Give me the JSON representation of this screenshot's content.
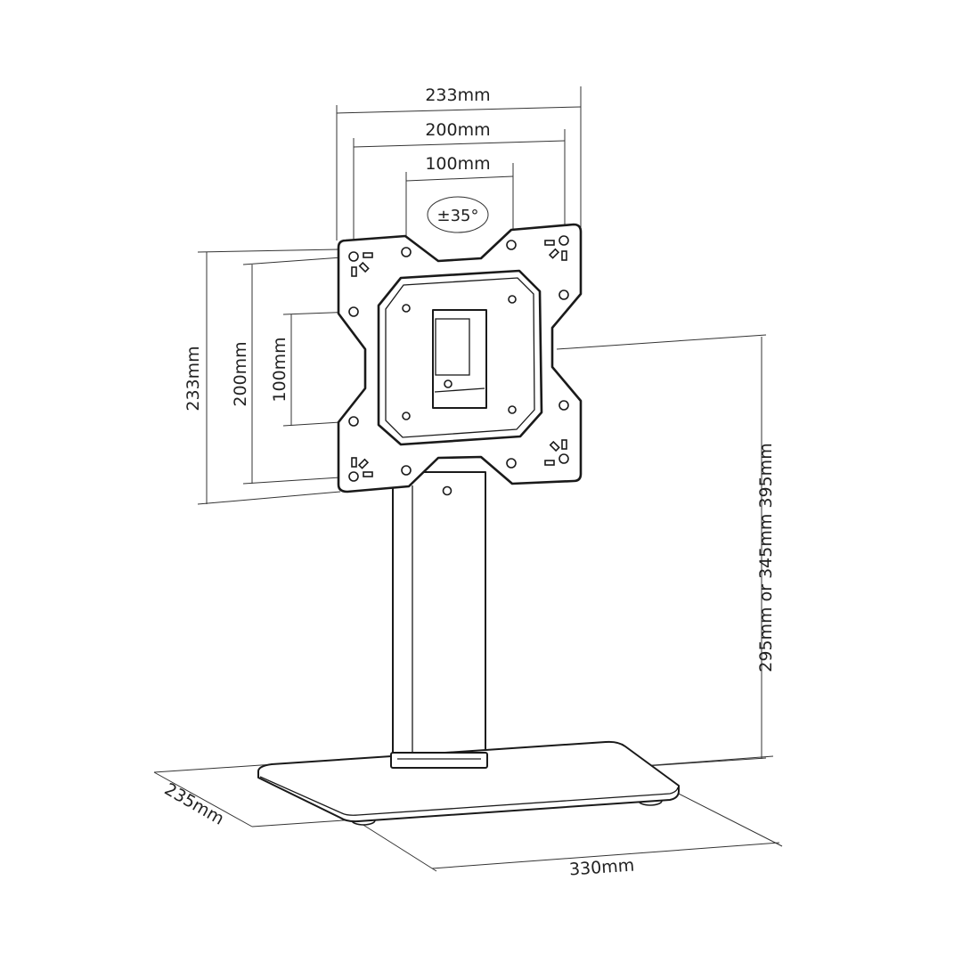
{
  "title": "TV stand dimension drawing",
  "dimensions": {
    "width_outer": "233mm",
    "width_mid": "200mm",
    "width_inner": "100mm",
    "rotation": "±35°",
    "height_outer": "233mm",
    "height_mid": "200mm",
    "height_inner": "100mm",
    "stand_height": "295mm or 345mm 395mm",
    "base_depth": "235mm",
    "base_width": "330mm"
  }
}
